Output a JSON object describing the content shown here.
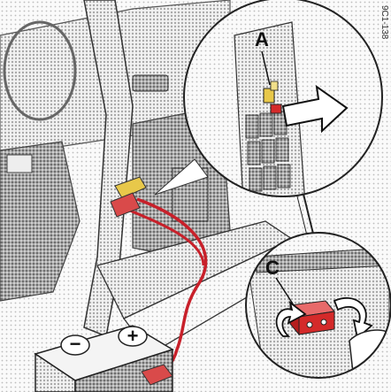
{
  "figure": {
    "reference_code": "9C1-138",
    "callouts": [
      {
        "id": "A",
        "label": "A"
      },
      {
        "id": "C",
        "label": "C"
      }
    ],
    "battery_terminals": {
      "negative": "−",
      "positive": "+"
    },
    "colors": {
      "cable": "#c8202a",
      "clamp": "#d94a4a",
      "terminal_yellow": "#e8c84a",
      "terminal_red": "#d42a2a",
      "arrow": "#ffffff",
      "halftone": "#b9b9b9"
    },
    "icons": [
      "jump-start-clamp-icon",
      "battery-icon",
      "removal-arrow-icon",
      "rotate-cover-arrow-icon"
    ]
  }
}
